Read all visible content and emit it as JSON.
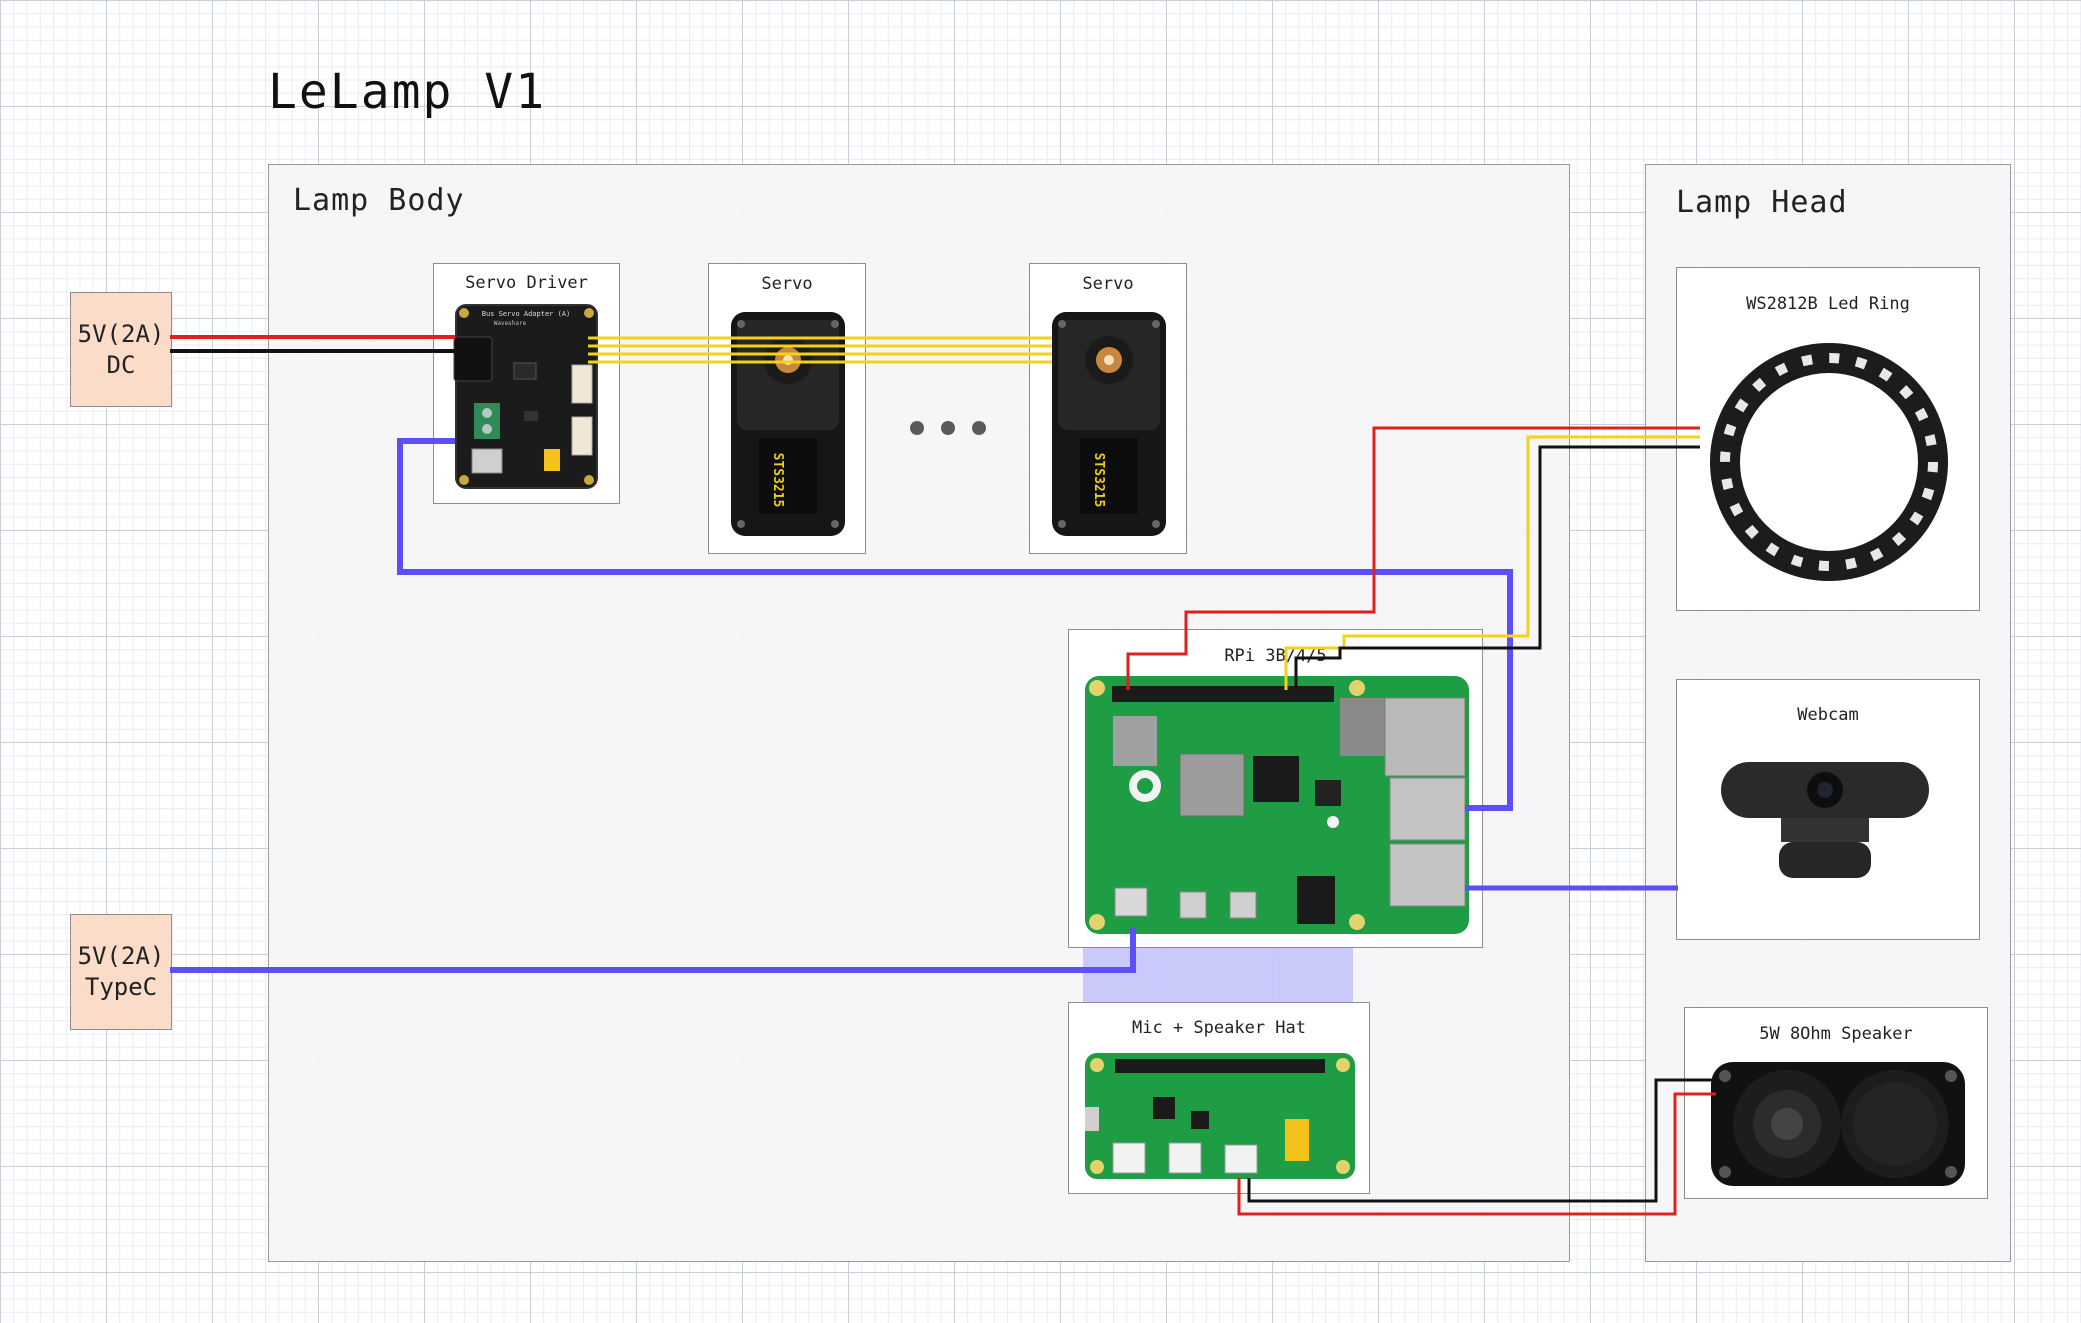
{
  "title": "LeLamp V1",
  "sections": {
    "body": "Lamp Body",
    "head": "Lamp Head"
  },
  "power": {
    "dc": {
      "line1": "5V(2A)",
      "line2": "DC"
    },
    "typec": {
      "line1": "5V(2A)",
      "line2": "TypeC"
    }
  },
  "components": {
    "servo_driver": "Servo Driver",
    "servo_driver_board_text": "Bus Servo Adapter (A)",
    "servo_driver_brand": "Waveshare",
    "servo_1": "Servo",
    "servo_2": "Servo",
    "servo_model": "STS3215",
    "rpi": "RPi 3B/4/5",
    "mic_hat": "Mic + Speaker Hat",
    "led_ring": "WS2812B Led Ring",
    "webcam": "Webcam",
    "speaker": "5W 8Ohm Speaker"
  },
  "colors": {
    "power_red": "#e0201e",
    "ground_black": "#111111",
    "signal_yellow": "#f2d21a",
    "usb_blue": "#5b4ff5",
    "power_box": "#fadcc8",
    "pcb_green": "#1f9d44"
  }
}
